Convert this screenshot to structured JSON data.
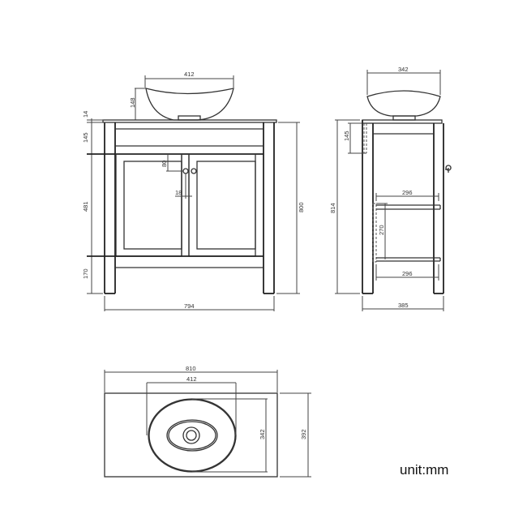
{
  "front_view": {
    "basin_width": "412",
    "basin_height": "148",
    "top_thickness": "14",
    "drawer_height": "145",
    "door_height": "481",
    "leg_height": "170",
    "total_height": "800",
    "total_width": "794",
    "handle_offset": "80",
    "handle_length": "18"
  },
  "side_view": {
    "basin_depth": "342",
    "drawer_height": "145",
    "total_height": "814",
    "shelf_depth_top": "296",
    "shelf_spacing": "270",
    "shelf_depth_bottom": "296",
    "total_depth": "385"
  },
  "top_view": {
    "top_width": "810",
    "basin_width": "412",
    "basin_depth": "342",
    "top_depth": "392"
  },
  "unit_label": "unit:mm"
}
